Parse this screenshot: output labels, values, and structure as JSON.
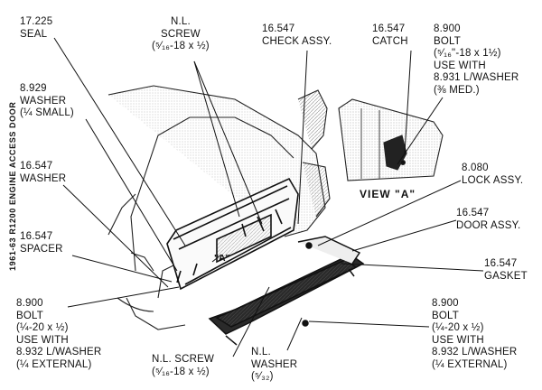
{
  "side_title": "1961-63 R1200 ENGINE ACCESS DOOR",
  "view_label": "VIEW \"A\"",
  "callout_a": "\"A\"",
  "labels": {
    "seal": [
      "17.225",
      "SEAL"
    ],
    "nl_screw_top": [
      "N.L.",
      "SCREW",
      "(⁵⁄₁₆-18 x ½)"
    ],
    "check_assy": [
      "16.547",
      "CHECK ASSY."
    ],
    "catch": [
      "16.547",
      "CATCH"
    ],
    "bolt_top": [
      "8.900",
      "BOLT",
      "(⁵⁄₁₆\"-18 x 1½)",
      "USE WITH",
      "8.931 L/WASHER",
      "(⅜ MED.)"
    ],
    "washer_small": [
      "8.929",
      "WASHER",
      "(¼ SMALL)"
    ],
    "washer": [
      "16.547",
      "WASHER"
    ],
    "lock_assy": [
      "8.080",
      "LOCK ASSY."
    ],
    "door_assy": [
      "16.547",
      "DOOR ASSY."
    ],
    "spacer": [
      "16.547",
      "SPACER"
    ],
    "gasket": [
      "16.547",
      "GASKET"
    ],
    "bolt_left": [
      "8.900",
      "BOLT",
      "(¼-20 x ½)",
      "USE WITH",
      "8.932 L/WASHER",
      "(¼ EXTERNAL)"
    ],
    "bolt_right": [
      "8.900",
      "BOLT",
      "(¼-20 x ½)",
      "USE WITH",
      "8.932 L/WASHER",
      "(¼ EXTERNAL)"
    ],
    "nl_screw_bottom": [
      "N.L. SCREW",
      "(⁵⁄₁₆-18 x ½)"
    ],
    "nl_washer": [
      "N.L.",
      "WASHER",
      "(⁵⁄₃₂)"
    ]
  }
}
